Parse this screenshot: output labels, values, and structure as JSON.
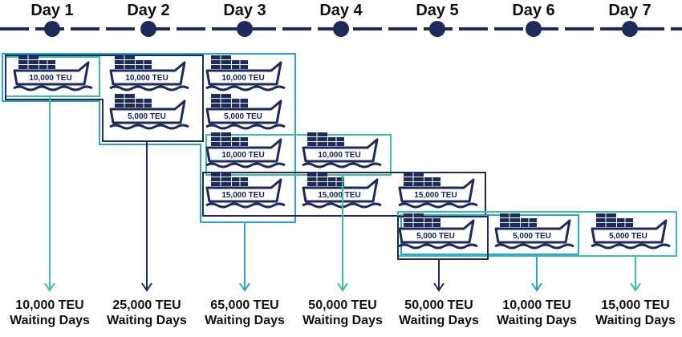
{
  "timeline": {
    "days": [
      "Day 1",
      "Day 2",
      "Day 3",
      "Day 4",
      "Day 5",
      "Day 6",
      "Day 7"
    ]
  },
  "colors": {
    "navy": "#1d2a5c",
    "teal": "#3dbf9f",
    "blue": "#2aa3cf"
  },
  "icon": "container-ship-icon",
  "ships": [
    {
      "day": 1,
      "row": 1,
      "label": "10,000 TEU"
    },
    {
      "day": 2,
      "row": 1,
      "label": "10,000 TEU"
    },
    {
      "day": 2,
      "row": 2,
      "label": "5,000 TEU"
    },
    {
      "day": 3,
      "row": 1,
      "label": "10,000 TEU"
    },
    {
      "day": 3,
      "row": 2,
      "label": "5,000 TEU"
    },
    {
      "day": 3,
      "row": 3,
      "label": "10,000 TEU"
    },
    {
      "day": 3,
      "row": 4,
      "label": "15,000 TEU"
    },
    {
      "day": 4,
      "row": 3,
      "label": "10,000 TEU"
    },
    {
      "day": 4,
      "row": 4,
      "label": "15,000 TEU"
    },
    {
      "day": 5,
      "row": 4,
      "label": "15,000 TEU"
    },
    {
      "day": 5,
      "row": 5,
      "label": "5,000 TEU"
    },
    {
      "day": 6,
      "row": 5,
      "label": "5,000 TEU"
    },
    {
      "day": 7,
      "row": 5,
      "label": "5,000 TEU"
    }
  ],
  "totals": [
    {
      "value": "10,000 TEU",
      "caption": "Waiting Days",
      "color": "#3dbf9f"
    },
    {
      "value": "25,000 TEU",
      "caption": "Waiting Days",
      "color": "#1d2a5c"
    },
    {
      "value": "65,000 TEU",
      "caption": "Waiting Days",
      "color": "#2aa3cf"
    },
    {
      "value": "50,000 TEU",
      "caption": "Waiting Days",
      "color": "#3dbf9f"
    },
    {
      "value": "50,000 TEU",
      "caption": "Waiting Days",
      "color": "#1d2a5c"
    },
    {
      "value": "10,000 TEU",
      "caption": "Waiting Days",
      "color": "#2aa3cf"
    },
    {
      "value": "15,000 TEU",
      "caption": "Waiting Days",
      "color": "#3dbf9f"
    }
  ]
}
